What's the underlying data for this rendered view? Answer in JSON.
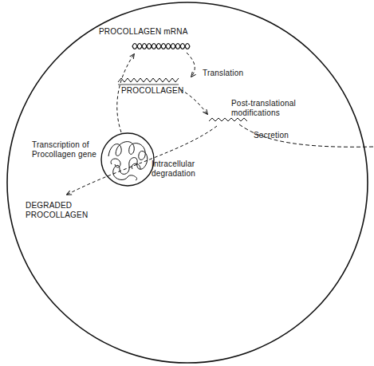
{
  "diagram": {
    "labels": [
      "PROCOLLAGEN mRNA",
      "Translation",
      "PROCOLLAGEN",
      "Post-translational modifications",
      "Secretion",
      "Transcription of Procollagen gene",
      "Intracellular degradation",
      "DEGRADED PROCOLLAGEN"
    ]
  }
}
